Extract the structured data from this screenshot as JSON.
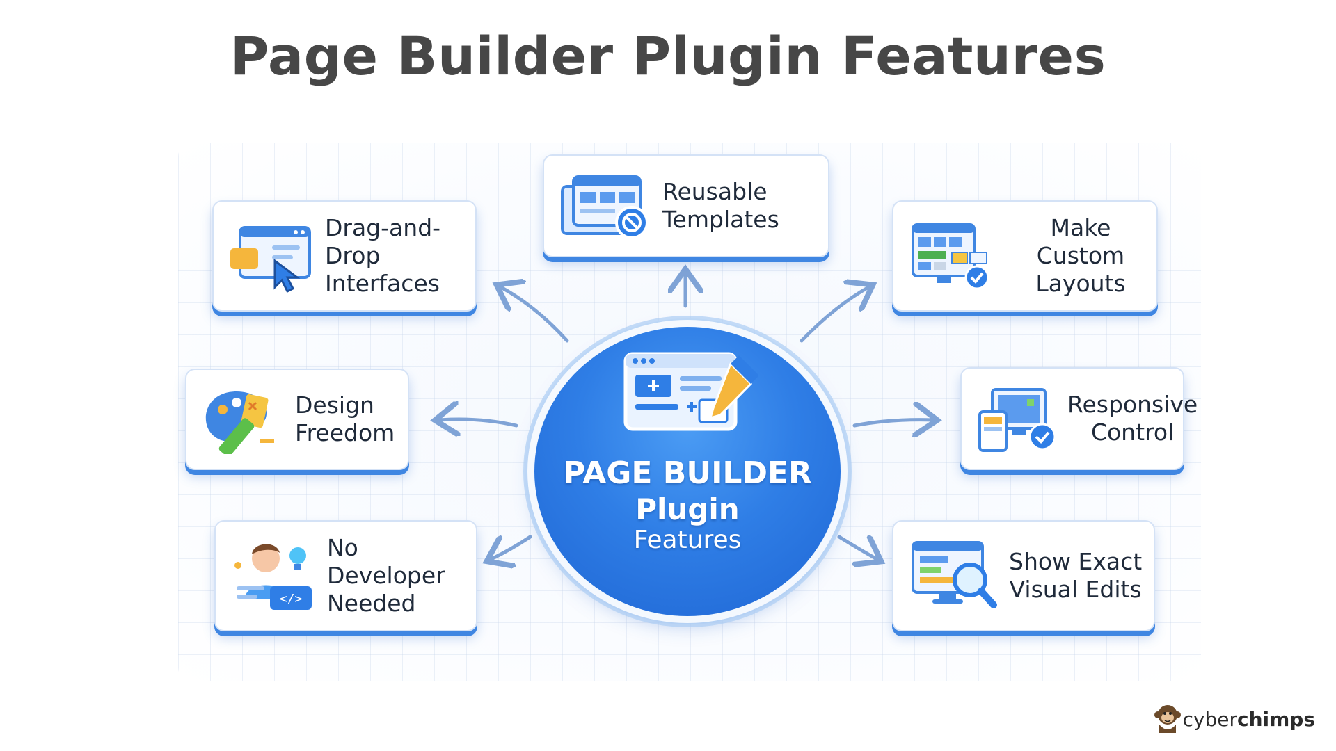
{
  "title": "Page Builder Plugin Features",
  "hub": {
    "line1": "PAGE BUILDER",
    "line2": "Plugin",
    "line3": "Features"
  },
  "features": {
    "drag_drop": "Drag-and-\nDrop\nInterfaces",
    "reusable_templates": "Reusable\nTemplates",
    "custom_layouts": "Make Custom\nLayouts",
    "design_freedom": "Design\nFreedom",
    "responsive_control": "Responsive\nControl",
    "no_developer": "No\nDeveloper\nNeeded",
    "visual_edits": "Show Exact\nVisual Edits"
  },
  "brand": {
    "name_light": "cyber",
    "name_bold": "chimps"
  },
  "colors": {
    "accent_blue": "#2f7ee6",
    "title_gray": "#474747",
    "label_dark": "#1f2a3a"
  }
}
